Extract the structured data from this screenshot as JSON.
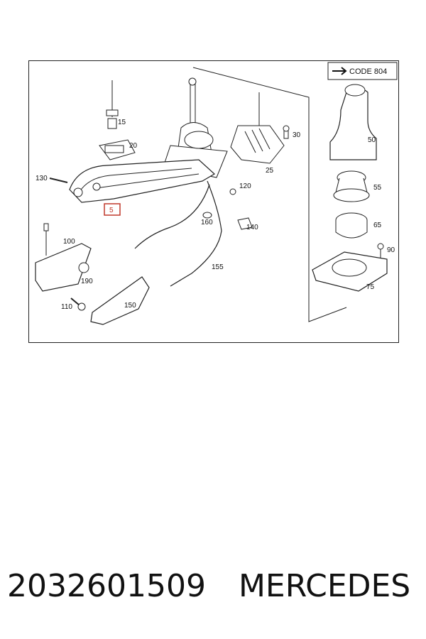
{
  "diagram": {
    "code_note": "CODE 804",
    "highlighted_part": "5",
    "part_labels": {
      "p15": "15",
      "p20": "20",
      "p25": "25",
      "p30": "30",
      "p50": "50",
      "p55": "55",
      "p65": "65",
      "p75": "75",
      "p90": "90",
      "p100": "100",
      "p110": "110",
      "p120": "120",
      "p130": "130",
      "p140": "140",
      "p150": "150",
      "p155": "155",
      "p160": "160",
      "p190": "190"
    }
  },
  "footer": {
    "part_number": "2032601509",
    "brand": "MERCEDES"
  },
  "colors": {
    "highlight": "#c0392b",
    "line": "#222222"
  }
}
